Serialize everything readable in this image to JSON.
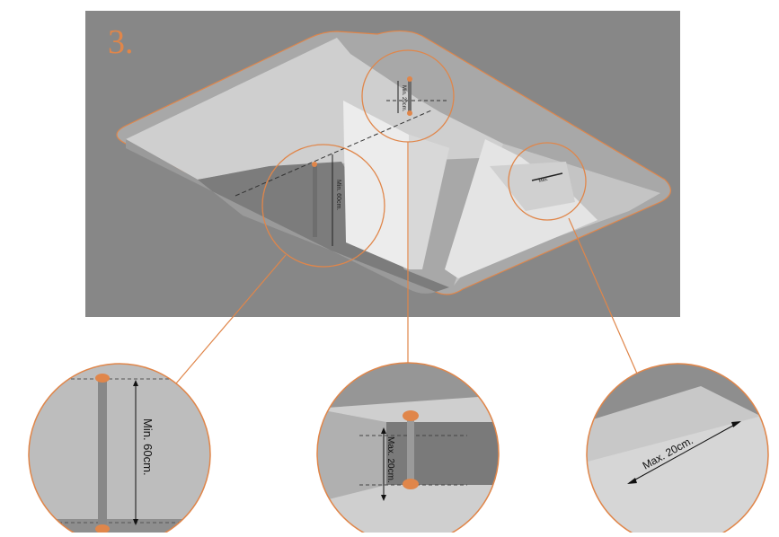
{
  "step_number": "3.",
  "main_view": {
    "label_height": "Min. 60cm.",
    "label_step": "Min. 20cm.",
    "label_width": "Max."
  },
  "detail_views": [
    {
      "name": "detail-min-height",
      "label": "Min. 60cm."
    },
    {
      "name": "detail-max-step-height",
      "label": "Max. 20cm."
    },
    {
      "name": "detail-max-width",
      "label": "Max. 20cm."
    }
  ],
  "colors": {
    "accent": "#e0864a",
    "background": "#888888",
    "wall_light": "#d6d6d6",
    "wall_mid": "#b8b8b8",
    "wall_dark": "#7a7a7a"
  }
}
